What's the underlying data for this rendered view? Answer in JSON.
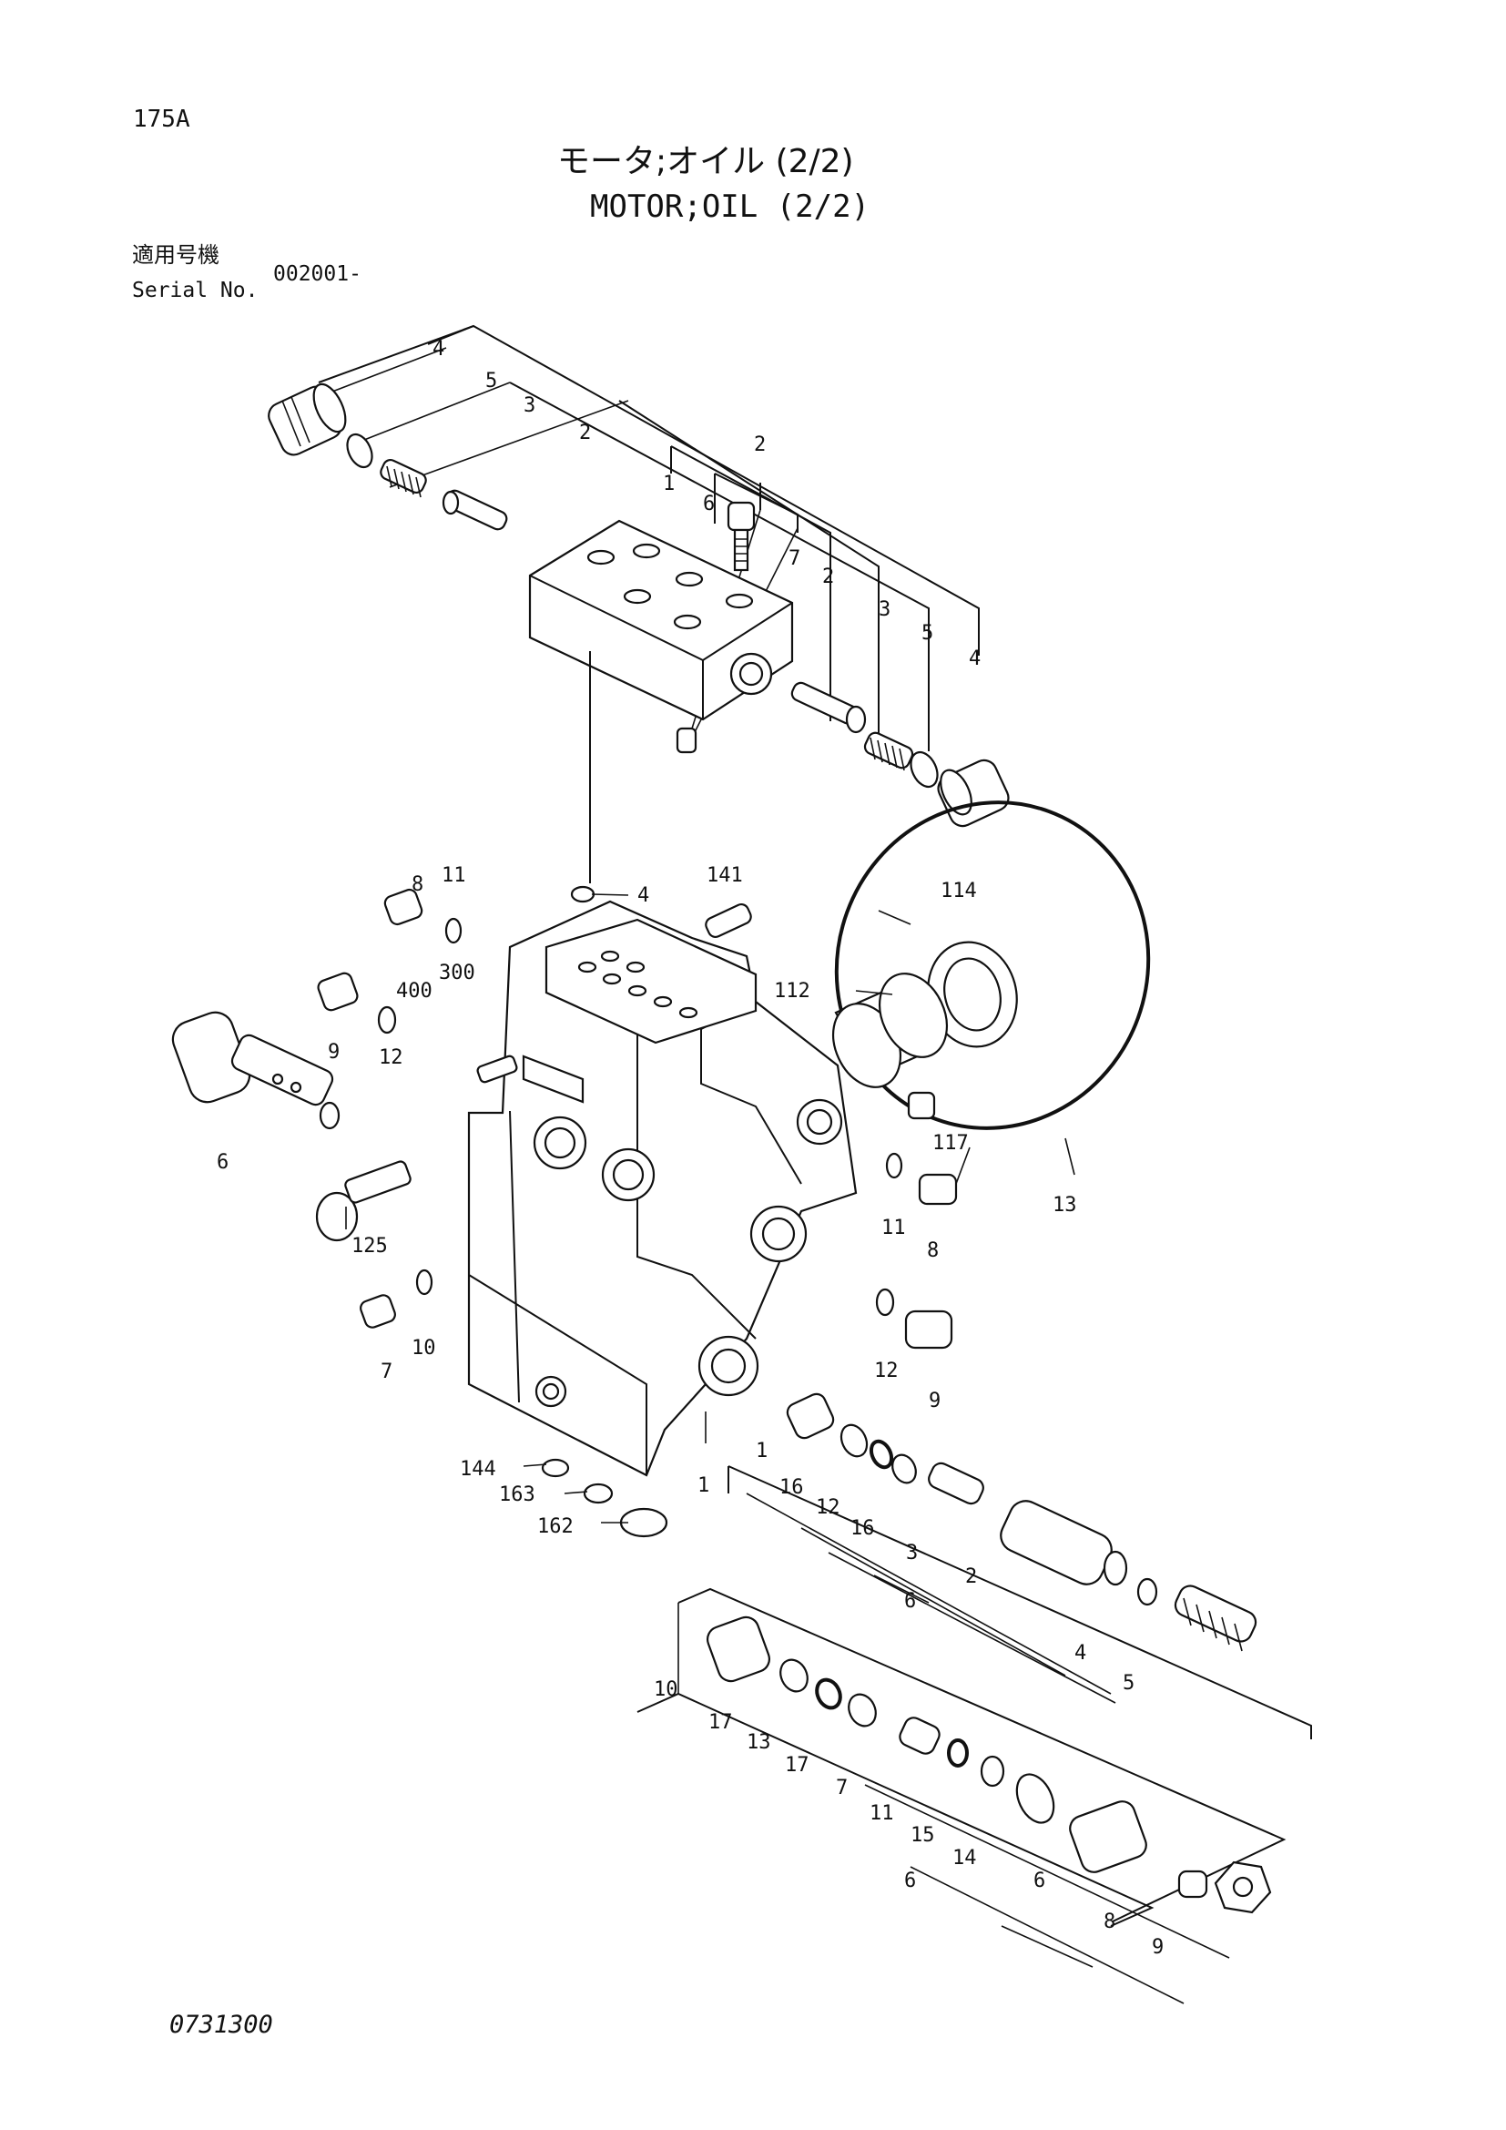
{
  "header": {
    "page_number": "175A",
    "title_jp": "モータ;オイル (2/2)",
    "title_en": "MOTOR;OIL (2/2)",
    "serial_label_jp": "適用号機",
    "serial_label_en": "Serial No.",
    "serial_value": "002001-"
  },
  "footer": {
    "drawing_number": "0731300"
  },
  "callouts": {
    "c1": "4",
    "c2": "5",
    "c3": "3",
    "c4": "2",
    "c5": "2",
    "c6": "1",
    "c7": "6",
    "c8": "7",
    "c9": "2",
    "c10": "3",
    "c11": "5",
    "c12": "4",
    "c13": "8",
    "c14": "11",
    "c15": "4",
    "c16": "141",
    "c17": "114",
    "c18": "400",
    "c19": "300",
    "c20": "112",
    "c21": "9",
    "c22": "12",
    "c23": "6",
    "c24": "117",
    "c25": "13",
    "c26": "11",
    "c27": "8",
    "c28": "125",
    "c29": "10",
    "c30": "7",
    "c31": "12",
    "c32": "9",
    "c33": "144",
    "c34": "163",
    "c35": "162",
    "c36": "1",
    "c37": "1",
    "c38": "16",
    "c39": "12",
    "c40": "16",
    "c41": "3",
    "c42": "2",
    "c43": "6",
    "c44": "4",
    "c45": "5",
    "c46": "10",
    "c47": "17",
    "c48": "13",
    "c49": "17",
    "c50": "7",
    "c51": "11",
    "c52": "15",
    "c53": "14",
    "c54": "6",
    "c55": "6",
    "c56": "8",
    "c57": "9"
  }
}
